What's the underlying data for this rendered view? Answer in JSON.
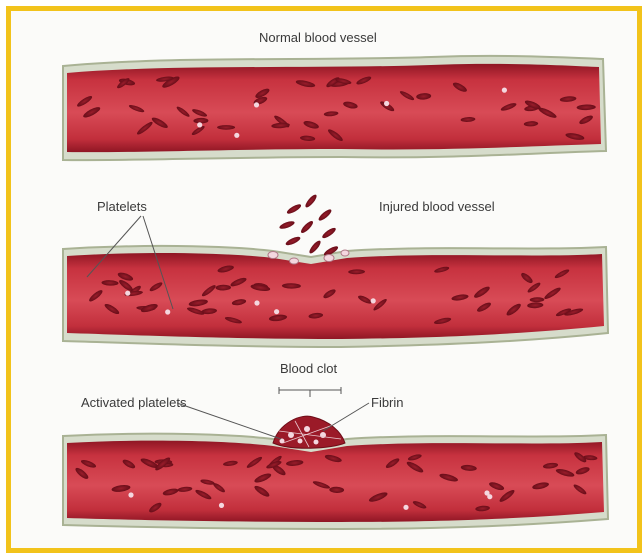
{
  "labels": {
    "normal_vessel": "Normal blood vessel",
    "platelets": "Platelets",
    "injured_vessel": "Injured blood vessel",
    "blood_clot": "Blood clot",
    "activated_platelets": "Activated platelets",
    "fibrin": "Fibrin"
  },
  "colors": {
    "frame_border": "#f2c31b",
    "vessel_lumen": "#c7323f",
    "vessel_wall": "#9e1c2a",
    "red_cell": "#7a0f1c",
    "platelet": "#f4d7df",
    "endothelium": "#b9c2a4"
  }
}
